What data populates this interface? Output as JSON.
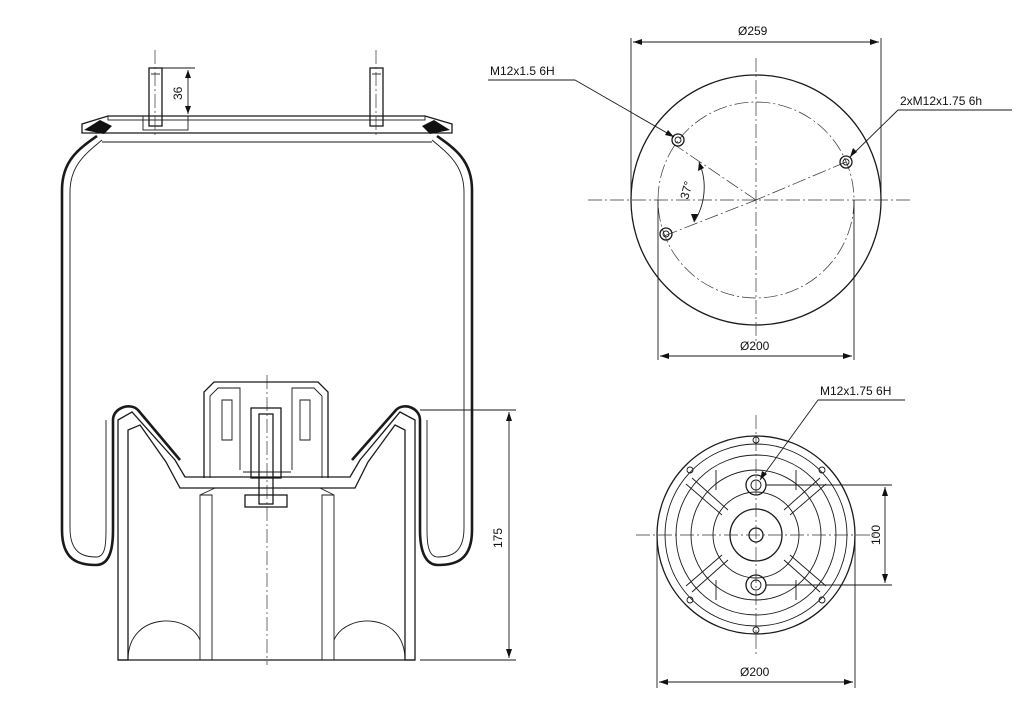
{
  "title": "",
  "side_view": {
    "dim_stud_height": "36",
    "dim_piston_height": "175"
  },
  "top_view": {
    "dim_outer_diameter": "Ø259",
    "dim_bolt_circle": "Ø200",
    "label_center_thread": "M12x1.5 6H",
    "label_side_threads": "2xM12x1.75 6h",
    "angle_label": "37°"
  },
  "bottom_view": {
    "label_thread": "M12x1.75 6H",
    "dim_hole_spacing": "100",
    "dim_diameter": "Ø200"
  }
}
